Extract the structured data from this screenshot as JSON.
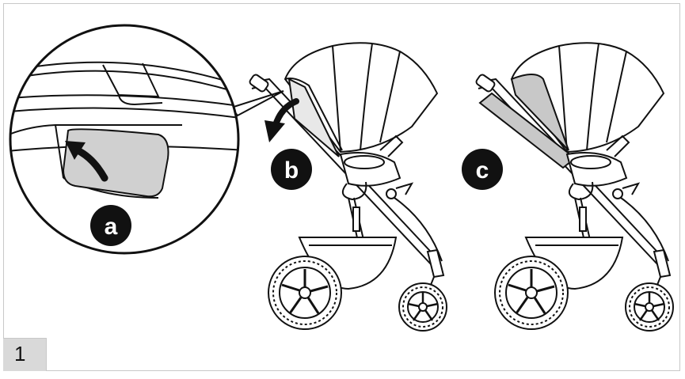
{
  "step": {
    "number": "1"
  },
  "labels": {
    "a": "a",
    "b": "b",
    "c": "c"
  },
  "colors": {
    "line": "#111111",
    "handle_fill": "#d0d0d0",
    "badge": "#111111",
    "step_box": "#d9d9d9"
  },
  "icons": {
    "arrow_a": "curved-arrow-icon",
    "arrow_b": "rotate-down-arrow-icon"
  }
}
